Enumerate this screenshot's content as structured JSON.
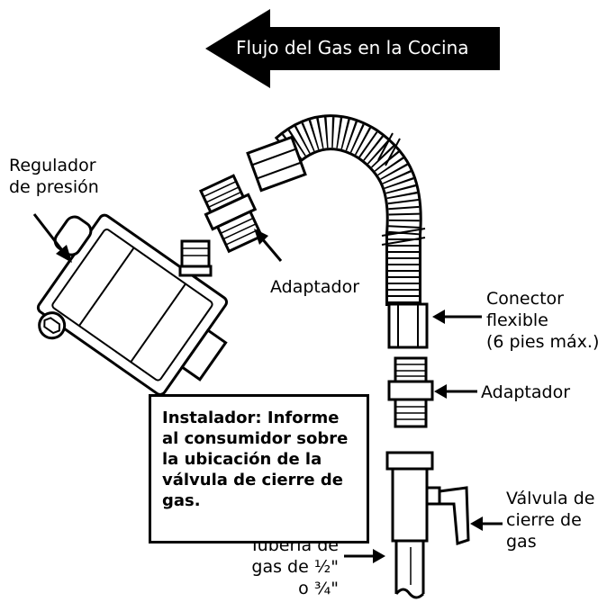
{
  "flow_arrow": {
    "label": "Flujo del Gas en la Cocina"
  },
  "labels": {
    "regulator": [
      "Regulador",
      "de presión"
    ],
    "adapter_top": "Adaptador",
    "connector": [
      "Conector",
      "flexible",
      "(6 pies máx.)"
    ],
    "adapter_bottom": "Adaptador",
    "valve": [
      "Válvula de",
      "cierre de",
      "gas"
    ],
    "pipe": [
      "Tubería de",
      "gas de ½\"",
      "o ¾\""
    ]
  },
  "note": {
    "lines": [
      "Instalador: Informe",
      "al consumidor sobre",
      "la ubicación de la",
      "válvula de cierre de",
      "gas."
    ]
  }
}
